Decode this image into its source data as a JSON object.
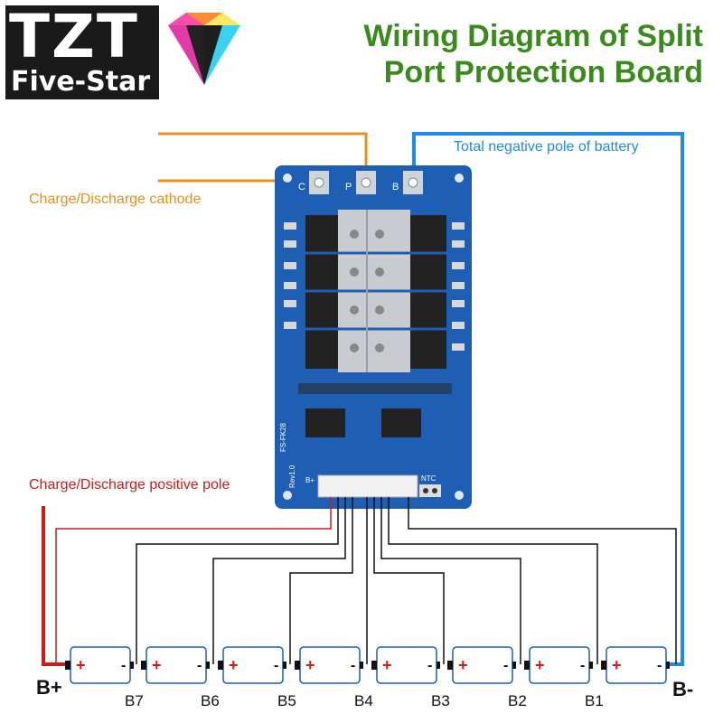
{
  "logo": {
    "line1": "TZT",
    "line2": "Five-Star"
  },
  "title": {
    "line1": "Wiring Diagram of Split",
    "line2": "Port Protection Board"
  },
  "labels": {
    "cathode": "Charge/Discharge cathode",
    "total_negative": "Total negative pole of battery",
    "positive_pole": "Charge/Discharge positive pole"
  },
  "board": {
    "port_c": "C",
    "port_p": "P",
    "port_b": "B",
    "model": "FS-FK28",
    "rev": "Rev1.0",
    "bplus": "B+",
    "ntc": "NTC"
  },
  "terminals": {
    "b_plus": "B+",
    "b_minus": "B-"
  },
  "tap_labels": [
    "B7",
    "B6",
    "B5",
    "B4",
    "B3",
    "B2",
    "B1"
  ],
  "cell_symbols": {
    "plus": "+",
    "minus": "-"
  },
  "cell_count": 8,
  "colors": {
    "title_green": "#3a8a1e",
    "orange_wire": "#e8901c",
    "blue_wire": "#1c8de0",
    "red_wire": "#d11a1a",
    "board_blue": "#1e5fb4"
  }
}
